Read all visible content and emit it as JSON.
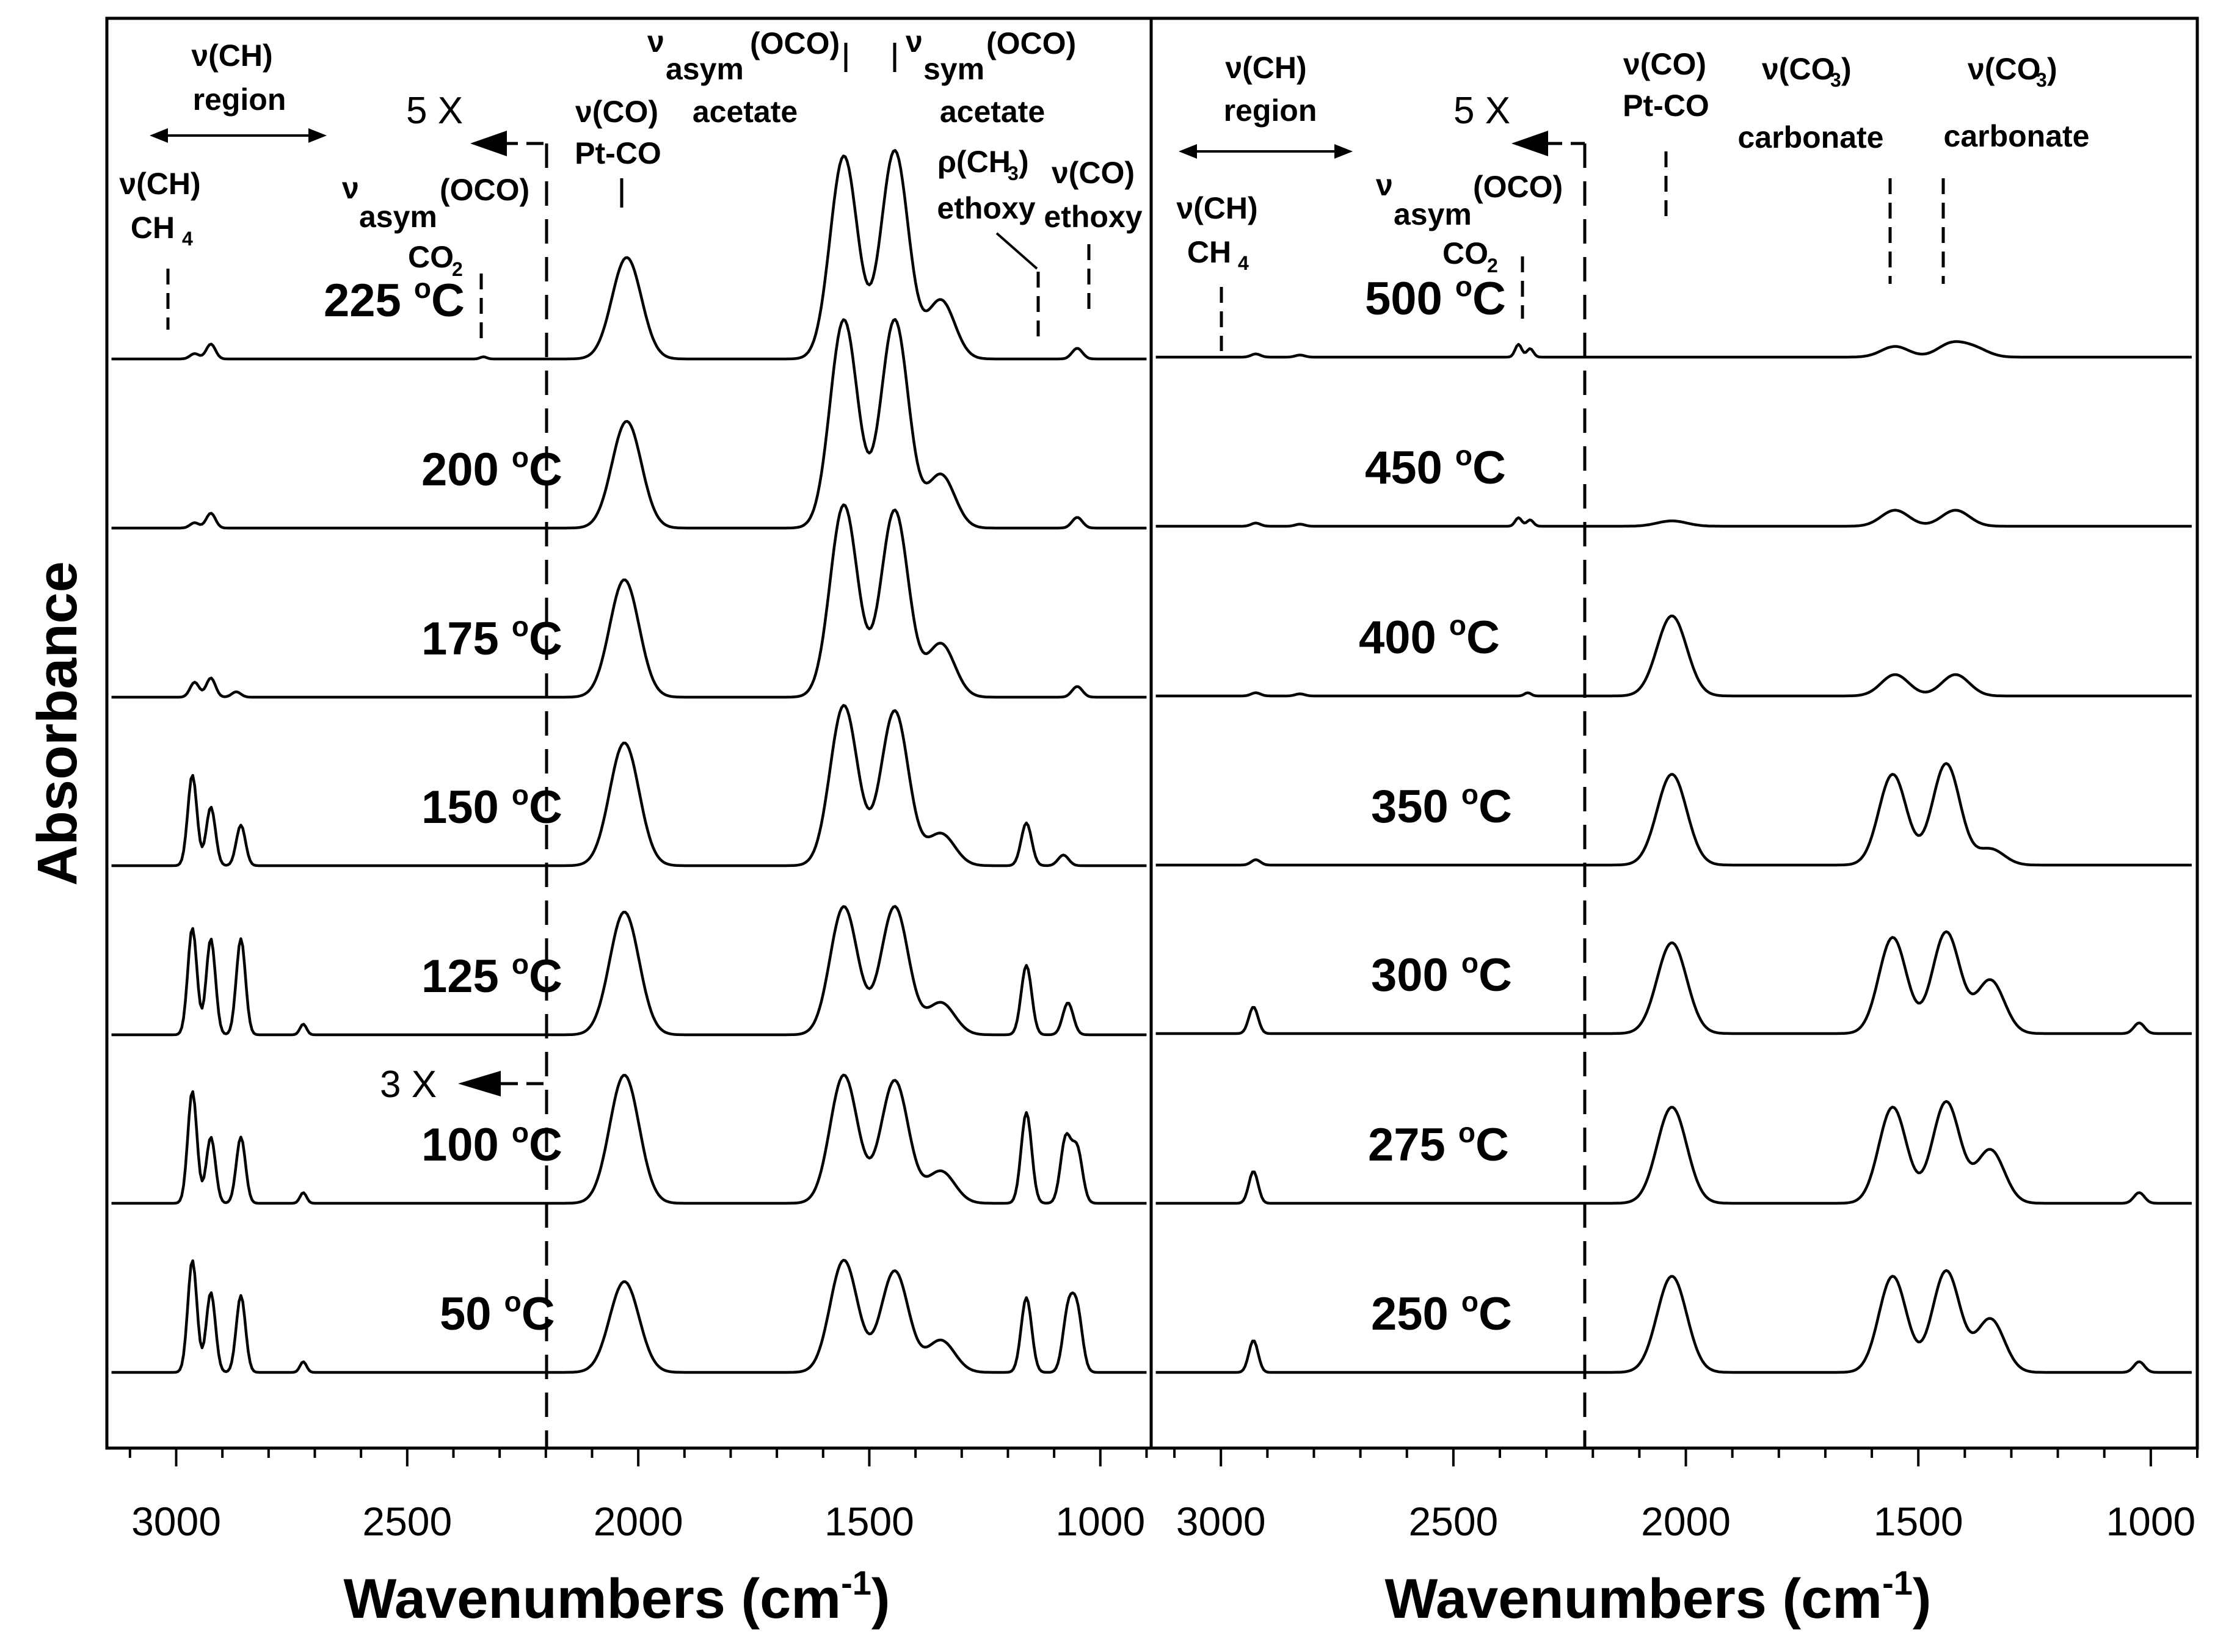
{
  "chart_data": {
    "type": "line",
    "ylabel": "Absorbance",
    "panels": [
      {
        "xlabel": "Wavenumbers (cm-1)",
        "xlim": [
          3150,
          890
        ],
        "xticks": [
          "3000",
          "2500",
          "2000",
          "1500",
          "1000"
        ],
        "series": [
          {
            "name": "225 °C",
            "label": "225 °C",
            "peaks": [
              [
                2960,
                0.05
              ],
              [
                2925,
                0.14
              ],
              [
                2335,
                0.02
              ],
              [
                2025,
                0.95
              ],
              [
                1555,
                1.9
              ],
              [
                1445,
                1.95
              ],
              [
                1345,
                0.55
              ],
              [
                1050,
                0.1
              ]
            ]
          },
          {
            "name": "200 °C",
            "label": "200 °C",
            "peaks": [
              [
                2960,
                0.05
              ],
              [
                2925,
                0.14
              ],
              [
                2025,
                1.0
              ],
              [
                1555,
                1.95
              ],
              [
                1445,
                1.95
              ],
              [
                1345,
                0.5
              ],
              [
                1050,
                0.1
              ]
            ]
          },
          {
            "name": "175 °C",
            "label": "175 °C",
            "peaks": [
              [
                2960,
                0.14
              ],
              [
                2925,
                0.18
              ],
              [
                2870,
                0.05
              ],
              [
                2030,
                1.1
              ],
              [
                1555,
                1.8
              ],
              [
                1445,
                1.75
              ],
              [
                1345,
                0.5
              ],
              [
                1050,
                0.1
              ]
            ]
          },
          {
            "name": "150 °C",
            "label": "150 °C",
            "peaks": [
              [
                2965,
                0.85
              ],
              [
                2925,
                0.55
              ],
              [
                2860,
                0.38
              ],
              [
                2030,
                1.15
              ],
              [
                1555,
                1.5
              ],
              [
                1445,
                1.45
              ],
              [
                1345,
                0.3
              ],
              [
                1160,
                0.4
              ],
              [
                1080,
                0.1
              ]
            ]
          },
          {
            "name": "125 °C",
            "label": "125 °C",
            "peaks": [
              [
                2965,
                1.0
              ],
              [
                2925,
                0.9
              ],
              [
                2860,
                0.9
              ],
              [
                2725,
                0.1
              ],
              [
                2030,
                1.15
              ],
              [
                1555,
                1.2
              ],
              [
                1445,
                1.2
              ],
              [
                1345,
                0.3
              ],
              [
                1160,
                0.65
              ],
              [
                1070,
                0.3
              ]
            ]
          },
          {
            "name": "100 °C",
            "label": "100 °C",
            "peaks": [
              [
                2965,
                1.05
              ],
              [
                2925,
                0.62
              ],
              [
                2860,
                0.62
              ],
              [
                2725,
                0.1
              ],
              [
                2030,
                1.2
              ],
              [
                1555,
                1.2
              ],
              [
                1445,
                1.15
              ],
              [
                1345,
                0.3
              ],
              [
                1160,
                0.85
              ],
              [
                1075,
                0.6
              ],
              [
                1050,
                0.5
              ]
            ]
          },
          {
            "name": "50 °C",
            "label": "50 °C",
            "peaks": [
              [
                2965,
                1.05
              ],
              [
                2925,
                0.75
              ],
              [
                2860,
                0.72
              ],
              [
                2725,
                0.1
              ],
              [
                2030,
                0.85
              ],
              [
                1555,
                1.05
              ],
              [
                1445,
                0.95
              ],
              [
                1345,
                0.3
              ],
              [
                1160,
                0.7
              ],
              [
                1070,
                0.55
              ],
              [
                1050,
                0.55
              ]
            ]
          }
        ]
      },
      {
        "xlabel": "Wavenumbers (cm-1)",
        "xlim": [
          3150,
          900
        ],
        "xticks": [
          "3000",
          "2500",
          "2000",
          "1500",
          "1000"
        ],
        "series": [
          {
            "name": "500 °C",
            "label": "500 °C",
            "peaks": [
              [
                2925,
                0.03
              ],
              [
                2830,
                0.02
              ],
              [
                2360,
                0.12
              ],
              [
                2335,
                0.08
              ],
              [
                1550,
                0.1
              ],
              [
                1430,
                0.12
              ],
              [
                1380,
                0.08
              ]
            ]
          },
          {
            "name": "450 °C",
            "label": "450 °C",
            "peaks": [
              [
                2925,
                0.03
              ],
              [
                2830,
                0.02
              ],
              [
                2360,
                0.08
              ],
              [
                2335,
                0.06
              ],
              [
                2030,
                0.05
              ],
              [
                1550,
                0.15
              ],
              [
                1420,
                0.15
              ]
            ]
          },
          {
            "name": "400 °C",
            "label": "400 °C",
            "peaks": [
              [
                2925,
                0.03
              ],
              [
                2830,
                0.02
              ],
              [
                2340,
                0.03
              ],
              [
                2030,
                0.75
              ],
              [
                1550,
                0.2
              ],
              [
                1420,
                0.2
              ]
            ]
          },
          {
            "name": "350 °C",
            "label": "350 °C",
            "peaks": [
              [
                2925,
                0.05
              ],
              [
                2030,
                0.85
              ],
              [
                1555,
                0.85
              ],
              [
                1440,
                0.95
              ],
              [
                1345,
                0.15
              ]
            ]
          },
          {
            "name": "300 °C",
            "label": "300 °C",
            "peaks": [
              [
                2930,
                0.25
              ],
              [
                2030,
                0.85
              ],
              [
                1555,
                0.9
              ],
              [
                1440,
                0.95
              ],
              [
                1345,
                0.5
              ],
              [
                1025,
                0.1
              ]
            ]
          },
          {
            "name": "275 °C",
            "label": "275 °C",
            "peaks": [
              [
                2930,
                0.3
              ],
              [
                2030,
                0.9
              ],
              [
                1555,
                0.9
              ],
              [
                1440,
                0.95
              ],
              [
                1345,
                0.5
              ],
              [
                1025,
                0.1
              ]
            ]
          },
          {
            "name": "250 °C",
            "label": "250 °C",
            "peaks": [
              [
                2930,
                0.3
              ],
              [
                2030,
                0.9
              ],
              [
                1555,
                0.9
              ],
              [
                1440,
                0.95
              ],
              [
                1345,
                0.5
              ],
              [
                1025,
                0.1
              ]
            ]
          }
        ]
      }
    ]
  },
  "annotations": {
    "left": {
      "ch_region_a": "ν(CH)",
      "ch_region_b": "region",
      "ch4_a": "ν(CH)",
      "ch4_b": "CH",
      "ch4_sub": "4",
      "co2_nu": "ν",
      "co2_sub": "asym",
      "co2_a": "(OCO)",
      "co2_b": "CO",
      "co2_sub2": "2",
      "ptco_a": "ν(CO)",
      "ptco_b": "Pt-CO",
      "asym_nu": "ν",
      "asym_sub": "asym",
      "asym_a": "(OCO)",
      "asym_b": "acetate",
      "sym_nu": "ν",
      "sym_sub": "sym",
      "sym_a": "(OCO)",
      "sym_b": "acetate",
      "rho_a": "ρ(CH",
      "rho_sub": "3",
      "rho_close": ")",
      "rho_b": "ethoxy",
      "ethoxy_a": "ν(CO)",
      "ethoxy_b": "ethoxy",
      "mag_5x": "5 X",
      "mag_3x": "3 X"
    },
    "right": {
      "ch_region_a": "ν(CH)",
      "ch_region_b": "region",
      "ch4_a": "ν(CH)",
      "ch4_b": "CH",
      "ch4_sub": "4",
      "co2_nu": "ν",
      "co2_sub": "asym",
      "co2_a": "(OCO)",
      "co2_b": "CO",
      "co2_sub2": "2",
      "ptco_a": "ν(CO)",
      "ptco_b": "Pt-CO",
      "carb1_a": "ν(CO",
      "carb1_sub": "3",
      "carb1_close": ")",
      "carb1_b": "carbonate",
      "carb2_a": "ν(CO",
      "carb2_sub": "3",
      "carb2_close": ")",
      "carb2_b": "carbonate",
      "mag_5x": "5 X"
    },
    "temp_unit": "o",
    "xlabel_main": "Wavenumbers (cm",
    "xlabel_sup": "-1",
    "xlabel_close": ")"
  }
}
